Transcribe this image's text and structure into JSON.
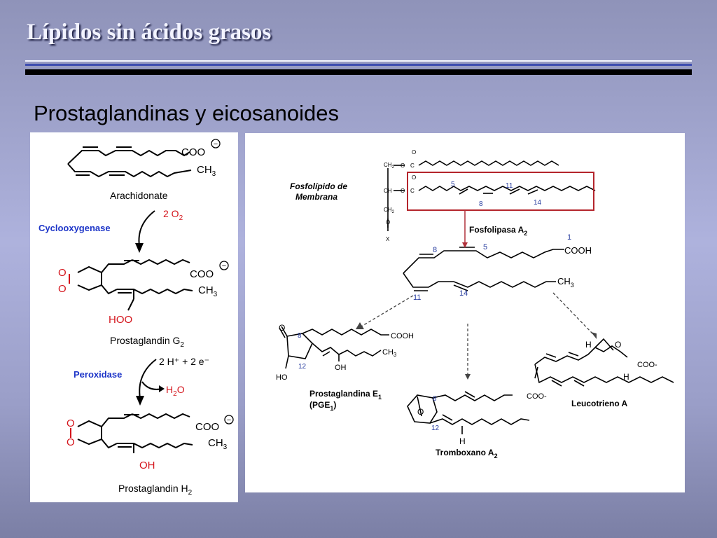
{
  "slide": {
    "title": "Lípidos sin ácidos grasos",
    "subtitle": "Prostaglandinas y eicosanoides"
  },
  "left_panel": {
    "arachidonate": {
      "coo": "COO",
      "ch3": "CH",
      "ch3_sub": "3",
      "minus": "−",
      "name": "Arachidonate"
    },
    "step1": {
      "enzyme": "Cyclooxygenase",
      "reagent": "2 O",
      "reagent_sub": "2"
    },
    "pgg2": {
      "o_top": "O",
      "o_bottom": "O",
      "coo": "COO",
      "ch3": "CH",
      "ch3_sub": "3",
      "hoo": "HOO",
      "name": "Prostaglandin G",
      "name_sub": "2"
    },
    "step2": {
      "enzyme": "Peroxidase",
      "reagent": "2 H⁺ + 2 e⁻",
      "product_a": "H",
      "product_sub": "2",
      "product_b": "O"
    },
    "pgh2": {
      "o_top": "O",
      "o_bottom": "O",
      "coo": "COO",
      "ch3": "CH",
      "ch3_sub": "3",
      "oh": "OH",
      "name": "Prostaglandin H",
      "name_sub": "2"
    }
  },
  "right_panel": {
    "membrane": {
      "label_line1": "Fosfolípido de",
      "label_line2": "Membrana",
      "ch2": "CH",
      "ch2_sub": "2",
      "ch": "CH",
      "x": "X",
      "o": "O",
      "c": "C",
      "num5": "5",
      "num8": "8",
      "num11": "11",
      "num14": "14"
    },
    "enzyme": {
      "name": "Fosfolipasa A",
      "name_sub": "2"
    },
    "arachidonic": {
      "num1": "1",
      "num5": "5",
      "num8": "8",
      "num11": "11",
      "num14": "14",
      "cooh": "COOH",
      "ch3": "CH",
      "ch3_sub": "3"
    },
    "pge1": {
      "o": "O",
      "num8": "8",
      "num12": "12",
      "cooh": "COOH",
      "ch3": "CH",
      "ch3_sub": "3",
      "oh": "OH",
      "ho": "HO",
      "name": "Prostaglandina E",
      "name_sub": "1",
      "abbr_a": "(PGE",
      "abbr_sub": "1",
      "abbr_b": ")"
    },
    "txa2": {
      "o": "O",
      "num8": "8",
      "num12": "12",
      "coo": "COO-",
      "h": "H",
      "name": "Tromboxano A",
      "name_sub": "2"
    },
    "lta": {
      "h_top": "H",
      "o": "O",
      "h_bottom": "H",
      "coo": "COO-",
      "name": "Leucotrieno A"
    }
  },
  "colors": {
    "enzyme_blue": "#1d35c8",
    "oxygen_red": "#d4141b",
    "highlight_box": "#b4252c",
    "highlight_arrow": "#b0303a",
    "number_blue": "#2a3fa0"
  }
}
